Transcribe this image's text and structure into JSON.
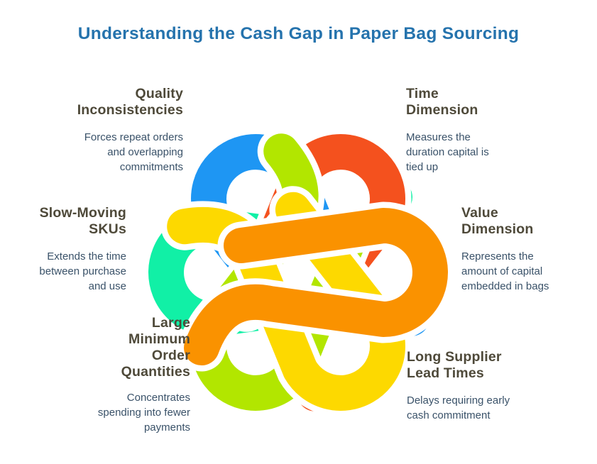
{
  "title": "Understanding the Cash Gap in Paper Bag Sourcing",
  "colors": {
    "title_blue": "#2573AD",
    "heading_olive": "#4E4939",
    "body_slate": "#3A5269",
    "background": "#FFFFFF"
  },
  "sections": {
    "quality": {
      "heading_lines": [
        "Quality",
        "Inconsistencies"
      ],
      "body_lines": [
        "Forces repeat orders",
        "and overlapping",
        "commitments"
      ]
    },
    "time": {
      "heading_lines": [
        "Time",
        "Dimension"
      ],
      "body_lines": [
        "Measures the",
        "duration capital is",
        "tied up"
      ]
    },
    "slow": {
      "heading_lines": [
        "Slow-Moving",
        "SKUs"
      ],
      "body_lines": [
        "Extends the time",
        "between purchase",
        "and use"
      ]
    },
    "value": {
      "heading_lines": [
        "Value",
        "Dimension"
      ],
      "body_lines": [
        "Represents the",
        "amount of capital",
        "embedded in bags"
      ]
    },
    "large": {
      "heading_lines": [
        "Large",
        "Minimum",
        "Order",
        "Quantities"
      ],
      "body_lines": [
        "Concentrates",
        "spending into fewer",
        "payments"
      ]
    },
    "long": {
      "heading_lines": [
        "Long Supplier",
        "Lead Times"
      ],
      "body_lines": [
        "Delays requiring early",
        "cash commitment"
      ]
    }
  },
  "knot": {
    "description": "Six interlocking hairpin loops forming a star knot",
    "links": [
      {
        "name": "slow-moving-skus-loop",
        "color": "#11F0A6",
        "angle": 270
      },
      {
        "name": "quality-loop",
        "color": "#1E96F3",
        "angle": 330
      },
      {
        "name": "time-loop",
        "color": "#F4511E",
        "angle": 30
      },
      {
        "name": "large-moq-loop",
        "color": "#B2E600",
        "angle": 210
      },
      {
        "name": "long-lead-loop",
        "color": "#FDD900",
        "angle": 150
      },
      {
        "name": "value-loop",
        "color": "#FA9200",
        "angle": 90
      }
    ]
  }
}
